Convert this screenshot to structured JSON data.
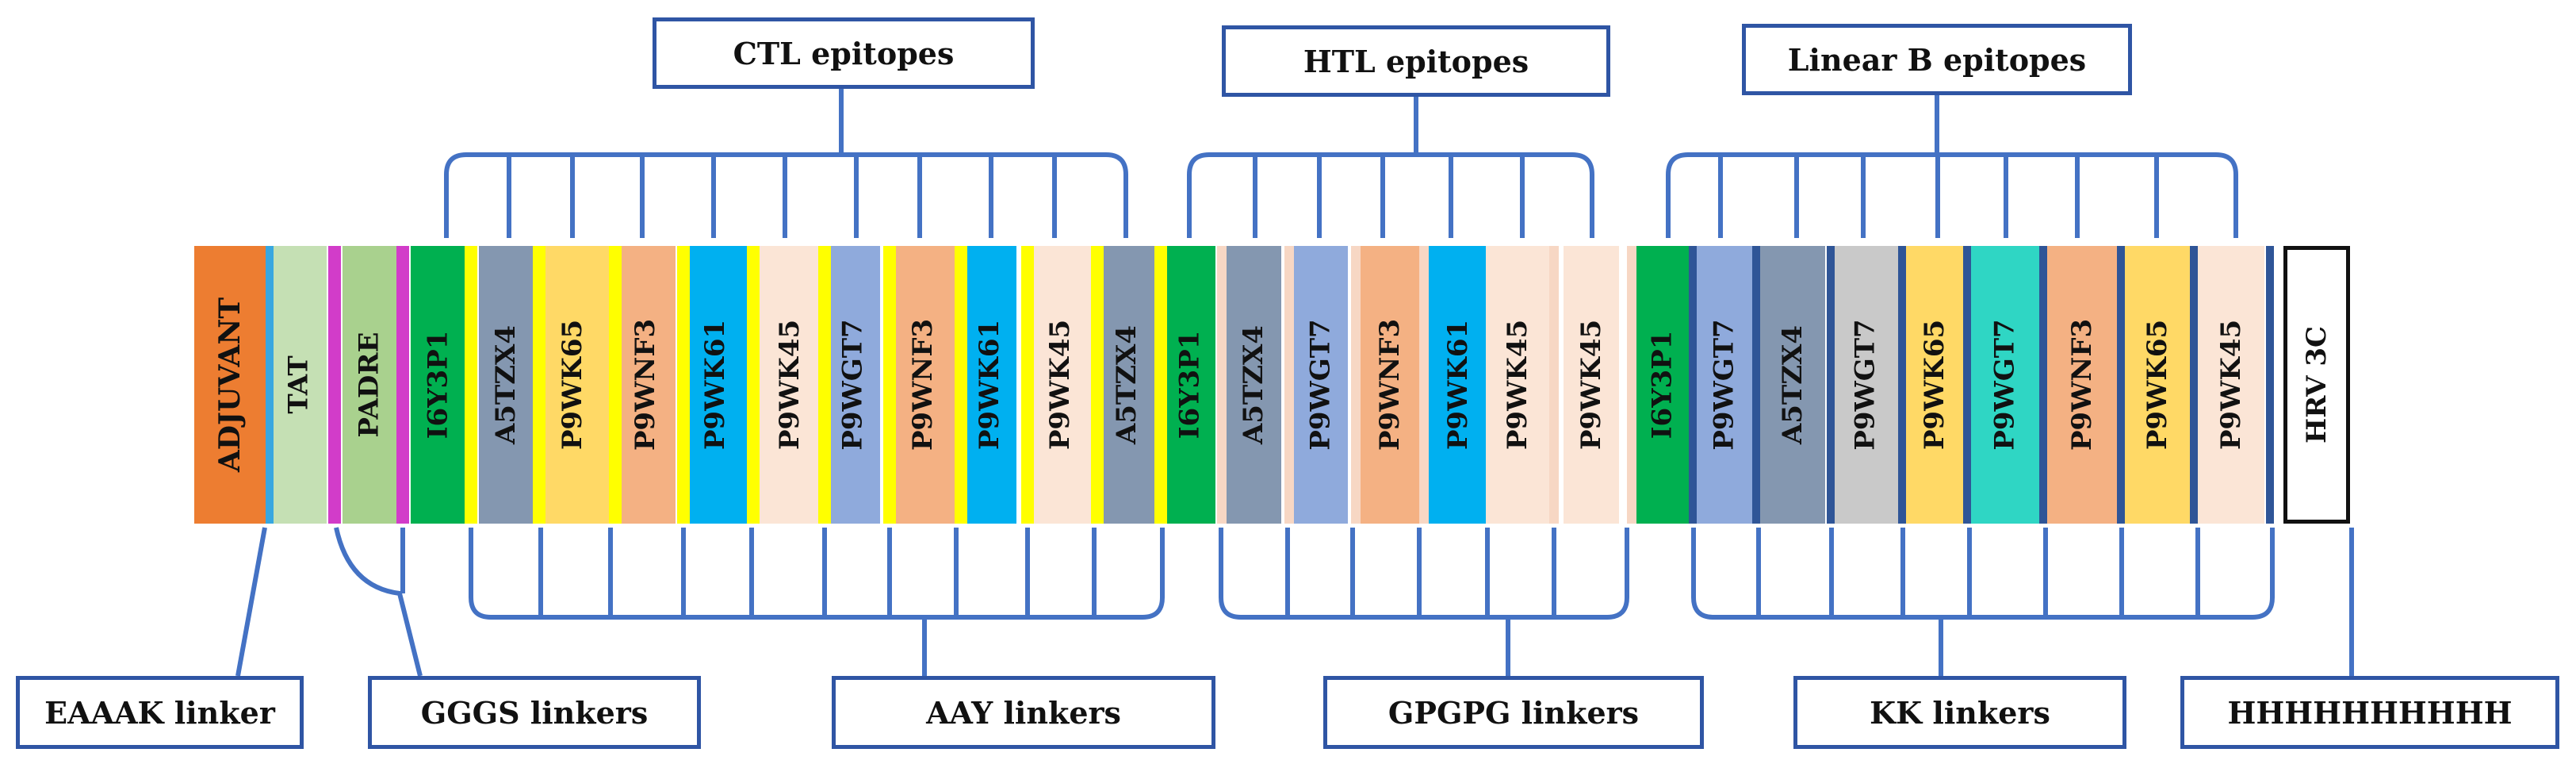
{
  "top_labels": {
    "ctl": "CTL epitopes",
    "htl": "HTL epitopes",
    "linear_b": "Linear B epitopes"
  },
  "bottom_labels": {
    "eaaak": "EAAAK linker",
    "gggs": "GGGS linkers",
    "aay": "AAY linkers",
    "gpgpg": "GPGPG linkers",
    "kk": "KK linkers",
    "his_tag": "HHHHHHHHHH"
  },
  "colors": {
    "line": "#4472c4",
    "eaaak_linker": "#38a7e0",
    "gggs_linker": "#d23cc9",
    "aay_linker": "#ffff00",
    "gpgpg_linker": "#f7d7c4",
    "kk_linker": "#2f5597"
  },
  "segments": [
    {
      "label": "ADJUVANT",
      "color": "#ed7d31",
      "group": "adjuvant"
    },
    {
      "label": "TAT",
      "color": "#c5e0b4",
      "group": "tat"
    },
    {
      "label": "PADRE",
      "color": "#a9d18e",
      "group": "padre"
    },
    {
      "label": "I6Y3P1",
      "color": "#00b050",
      "group": "ctl"
    },
    {
      "label": "A5TZX4",
      "color": "#8497b0",
      "group": "ctl"
    },
    {
      "label": "P9WK65",
      "color": "#ffd966",
      "group": "ctl"
    },
    {
      "label": "P9WNF3",
      "color": "#f4b183",
      "group": "ctl"
    },
    {
      "label": "P9WK61",
      "color": "#00b0f0",
      "group": "ctl"
    },
    {
      "label": "P9WK45",
      "color": "#fbe5d6",
      "group": "ctl"
    },
    {
      "label": "P9WGT7",
      "color": "#8faadc",
      "group": "ctl"
    },
    {
      "label": "P9WNF3",
      "color": "#f4b183",
      "group": "ctl"
    },
    {
      "label": "P9WK61",
      "color": "#00b0f0",
      "group": "ctl"
    },
    {
      "label": "P9WK45",
      "color": "#fbe5d6",
      "group": "ctl"
    },
    {
      "label": "A5TZX4",
      "color": "#8497b0",
      "group": "ctl"
    },
    {
      "label": "I6Y3P1",
      "color": "#00b050",
      "group": "htl"
    },
    {
      "label": "A5TZX4",
      "color": "#8497b0",
      "group": "htl"
    },
    {
      "label": "P9WGT7",
      "color": "#8faadc",
      "group": "htl"
    },
    {
      "label": "P9WNF3",
      "color": "#f4b183",
      "group": "htl"
    },
    {
      "label": "P9WK61",
      "color": "#00b0f0",
      "group": "htl"
    },
    {
      "label": "P9WK45",
      "color": "#fbe5d6",
      "group": "htl"
    },
    {
      "label": "P9WK45",
      "color": "#fbe5d6",
      "group": "htl"
    },
    {
      "label": "I6Y3P1",
      "color": "#00b050",
      "group": "linear_b"
    },
    {
      "label": "P9WGT7",
      "color": "#8faadc",
      "group": "linear_b"
    },
    {
      "label": "A5TZX4",
      "color": "#8497b0",
      "group": "linear_b"
    },
    {
      "label": "P9WGT7",
      "color": "#c9c9c9",
      "group": "linear_b"
    },
    {
      "label": "P9WK65",
      "color": "#ffd966",
      "group": "linear_b"
    },
    {
      "label": "P9WGT7",
      "color": "#2fd6c4",
      "group": "linear_b"
    },
    {
      "label": "P9WNF3",
      "color": "#f4b183",
      "group": "linear_b"
    },
    {
      "label": "P9WK65",
      "color": "#ffd966",
      "group": "linear_b"
    },
    {
      "label": "P9WK45",
      "color": "#fbe5d6",
      "group": "linear_b"
    },
    {
      "label": "HRV 3C",
      "color": "#ffffff",
      "group": "hrv"
    }
  ]
}
